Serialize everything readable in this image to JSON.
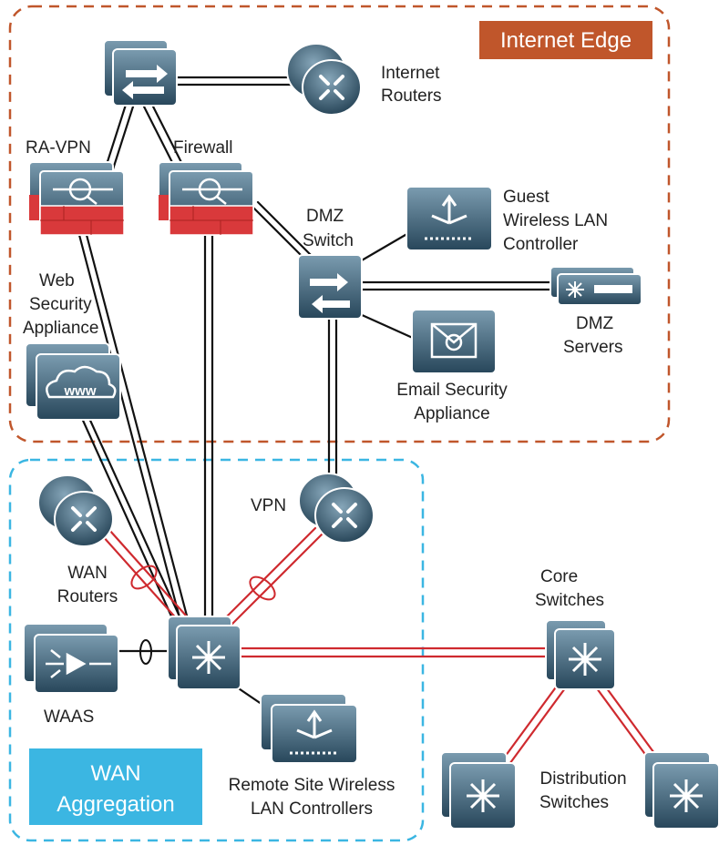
{
  "zones": {
    "internet_edge": {
      "label": "Internet Edge",
      "color": "#c0562b"
    },
    "wan_aggregation": {
      "label_line1": "WAN",
      "label_line2": "Aggregation",
      "color": "#3bb6e2"
    }
  },
  "labels": {
    "internet_routers": [
      "Internet",
      "Routers"
    ],
    "ra_vpn": [
      "RA-VPN"
    ],
    "firewall": [
      "Firewall"
    ],
    "dmz_switch": [
      "DMZ",
      "Switch"
    ],
    "guest_wlc": [
      "Guest",
      "Wireless LAN",
      "Controller"
    ],
    "dmz_servers": [
      "DMZ",
      "Servers"
    ],
    "web_security": [
      "Web",
      "Security",
      "Appliance"
    ],
    "email_security": [
      "Email Security",
      "Appliance"
    ],
    "vpn": [
      "VPN"
    ],
    "wan_routers": [
      "WAN",
      "Routers"
    ],
    "core_switches": [
      "Core",
      "Switches"
    ],
    "waas": [
      "WAAS"
    ],
    "remote_wlc": [
      "Remote Site Wireless",
      "LAN Controllers"
    ],
    "distribution_switches": [
      "Distribution",
      "Switches"
    ]
  },
  "colors": {
    "device_dark": "#2d4b5f",
    "device_light": "#6f92a6",
    "firewall_red": "#d9393b",
    "link_black": "#111111",
    "link_red": "#cf2a2f"
  }
}
